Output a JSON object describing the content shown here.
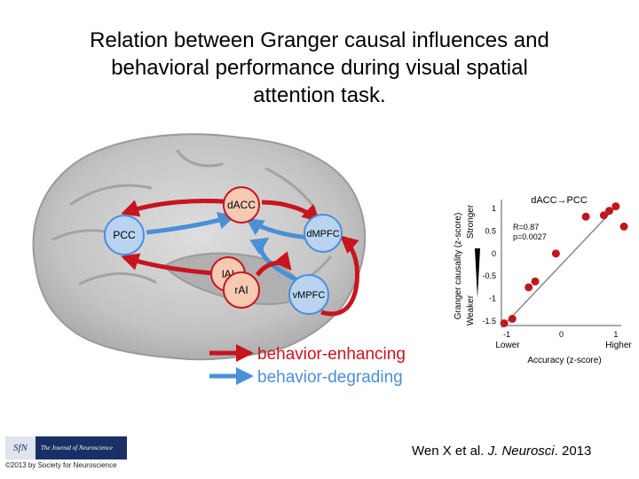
{
  "slide": {
    "title_lines": [
      "Relation between Granger causal influences and",
      "behavioral performance during visual spatial",
      "attention task."
    ],
    "citation_prefix": "Wen X et al. ",
    "citation_journal": "J. Neurosci",
    "citation_suffix": ". 2013",
    "copyright": "©2013 by Society for Neuroscience",
    "logo_mark": "SfN",
    "logo_text": "The Journal of Neuroscience"
  },
  "diagram": {
    "nodes": {
      "dacc": "dACC",
      "pcc": "PCC",
      "dmpfc": "dMPFC",
      "lai": "lAI",
      "rai": "rAI",
      "vmpfc": "vMPFC"
    },
    "legend": {
      "enhancing": "behavior-enhancing",
      "degrading": "behavior-degrading"
    },
    "colors": {
      "enhancing": "#c8141e",
      "degrading": "#4a90d9",
      "node_fill": "#f6c9b3",
      "node_blue_fill": "#b9d3f0"
    }
  },
  "chart_data": {
    "type": "scatter",
    "title": "dACC→PCC",
    "xlabel": "Accuracy (z-score)",
    "ylabel": "Granger causality (z-score)",
    "x_side_labels": {
      "low": "Lower",
      "high": "Higher"
    },
    "y_side_labels": {
      "low": "Weaker",
      "high": "Stronger"
    },
    "xlim": [
      -1.1,
      1.1
    ],
    "ylim": [
      -1.6,
      1.2
    ],
    "xticks": [
      -1,
      0,
      1
    ],
    "xtick_labels": [
      "-1",
      "0",
      "1"
    ],
    "yticks": [
      1,
      0.5,
      0,
      -0.5,
      -1,
      -1.5
    ],
    "ytick_labels": [
      "1",
      "0.5",
      "0",
      "-0.5",
      "-1",
      "-1.5"
    ],
    "stats": [
      "R=0.87",
      "p=0.0027"
    ],
    "points": [
      {
        "x": -1.05,
        "y": -1.55
      },
      {
        "x": -0.9,
        "y": -1.45
      },
      {
        "x": -0.6,
        "y": -0.75
      },
      {
        "x": -0.48,
        "y": -0.62
      },
      {
        "x": -0.1,
        "y": 0.0
      },
      {
        "x": 0.45,
        "y": 0.82
      },
      {
        "x": 0.78,
        "y": 0.85
      },
      {
        "x": 0.88,
        "y": 0.95
      },
      {
        "x": 1.0,
        "y": 1.05
      },
      {
        "x": 1.15,
        "y": 0.6
      }
    ],
    "fit_line": {
      "x": [
        -1.1,
        1.05
      ],
      "y": [
        -1.65,
        1.1
      ]
    },
    "colors": {
      "points": "#c0171d",
      "line": "#8a8a8a"
    }
  }
}
